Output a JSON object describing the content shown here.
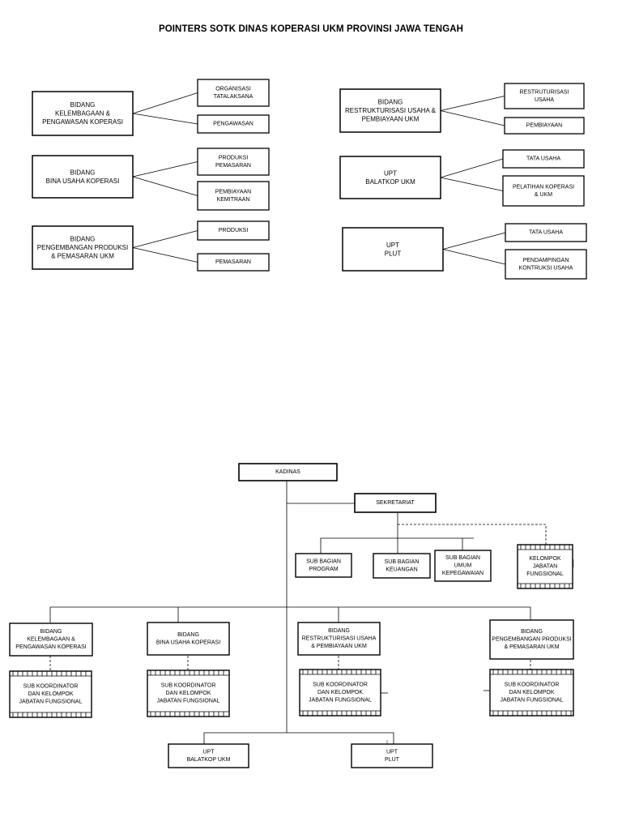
{
  "title": "POINTERS SOTK DINAS KOPERASI UKM PROVINSI JAWA TENGAH",
  "pointers": {
    "left": [
      {
        "unit": [
          "BIDANG",
          "KELEMBAGAAN &",
          "PENGAWASAN KOPERASI"
        ],
        "subs": [
          [
            "ORGANISASI",
            "TATALAKSANA"
          ],
          [
            "PENGAWASAN"
          ]
        ]
      },
      {
        "unit": [
          "BIDANG",
          "BINA USAHA KOPERASI"
        ],
        "subs": [
          [
            "PRODUKSI",
            "PEMASARAN"
          ],
          [
            "PEMBIAYAAN",
            "KEMITRAAN"
          ]
        ]
      },
      {
        "unit": [
          "BIDANG",
          "PENGEMBANGAN PRODUKSI",
          "& PEMASARAN UKM"
        ],
        "subs": [
          [
            "PRODUKSI"
          ],
          [
            "PEMASARAN"
          ]
        ]
      }
    ],
    "right": [
      {
        "unit": [
          "BIDANG",
          "RESTRUKTURISASI USAHA  &",
          "PEMBIAYAAN UKM"
        ],
        "subs": [
          [
            "RESTRUTURISASI",
            "USAHA"
          ],
          [
            "PEMBIAYAAN"
          ]
        ]
      },
      {
        "unit": [
          "UPT",
          "BALATKOP UKM"
        ],
        "subs": [
          [
            "TATA USAHA"
          ],
          [
            "PELATIHAN KOPERASI",
            "& UKM"
          ]
        ]
      },
      {
        "unit": [
          "UPT",
          "PLUT"
        ],
        "subs": [
          [
            "TATA USAHA"
          ],
          [
            "PENDAMPINGAN",
            "KONTRUKSI USAHA"
          ]
        ]
      }
    ]
  },
  "org": {
    "head": [
      "KADINAS"
    ],
    "secretariat": [
      "SEKRETARIAT"
    ],
    "sub_bagian": [
      [
        "SUB BAGIAN",
        "PROGRAM"
      ],
      [
        "SUB BAGIAN",
        "KEUANGAN"
      ],
      [
        "SUB BAGIAN",
        "UMUM",
        "KEPEGAWAIAN"
      ]
    ],
    "kelompok": [
      "KELOMPOK",
      "JABATAN",
      "FUNGSIONAL"
    ],
    "bidang": [
      [
        "BIDANG",
        "KELEMBAGAAN &",
        "PENGAWASAN KOPERASI"
      ],
      [
        "BIDANG",
        "BINA USAHA KOPERASI"
      ],
      [
        "BIDANG",
        "RESTRUKTURISASI USAHA",
        "& PEMBIAYAAN UKM"
      ],
      [
        "BIDANG",
        "PENGEMBANGAN PRODUKSI",
        "& PEMASARAN UKM"
      ]
    ],
    "sub_koordinator": [
      "SUB KOORDINATOR",
      "DAN KELOMPOK",
      "JABATAN FUNGSIONAL"
    ],
    "upt": [
      [
        "UPT",
        "BALATKOP UKM"
      ],
      [
        "UPT",
        "PLUT"
      ]
    ]
  }
}
